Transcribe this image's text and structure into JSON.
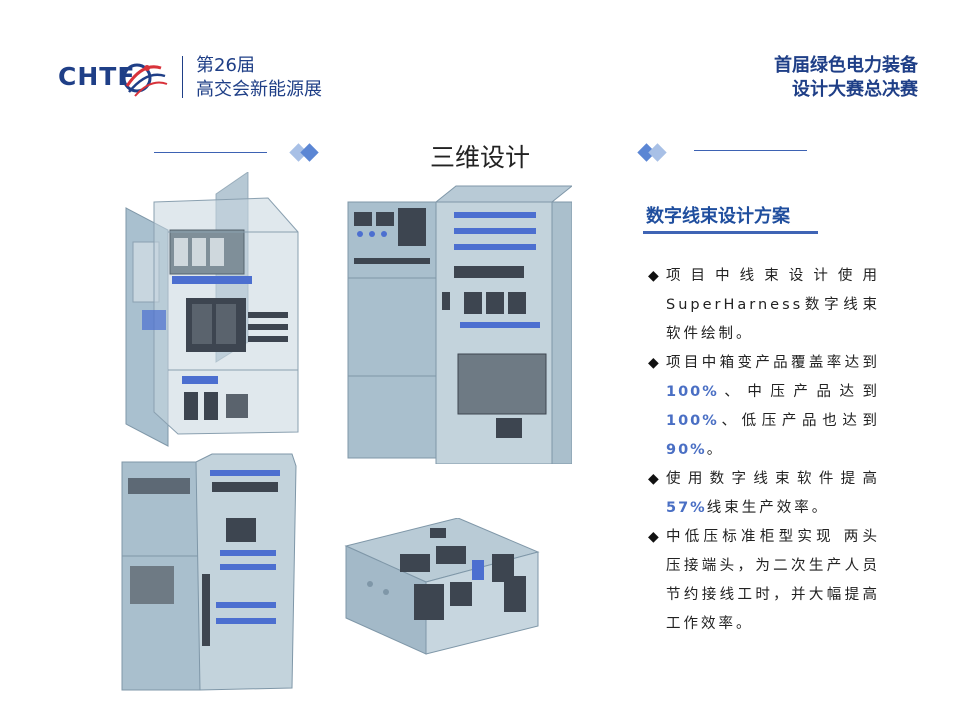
{
  "header": {
    "logo_text": "CHTF",
    "exhibition_line1": "第26届",
    "exhibition_line2": "高交会新能源展",
    "contest_line1": "首届绿色电力装备",
    "contest_line2": "设计大赛总决赛"
  },
  "section": {
    "title": "三维设计"
  },
  "panel": {
    "heading": "数字线束设计方案",
    "bullets": [
      {
        "text": "项目中线束设计使用SuperHarness数字线束软件绘制。"
      },
      {
        "pre": "项目中箱变产品覆盖率达到",
        "v1": "100%",
        "mid1": "、中压产品达到",
        "v2": "100%",
        "mid2": "、低压产品也达到",
        "v3": "90%",
        "post": "。"
      },
      {
        "pre": "使用数字线束软件提高",
        "v1": "57%",
        "post": "线束生产效率。"
      },
      {
        "text": "中低压标准柜型实现 两头压接端头，为二次生产人员节约接线工时，并大幅提高工作效率。"
      }
    ]
  },
  "colors": {
    "brand": "#1f3f87",
    "accent": "#3f64b5",
    "highlight": "#4a6fc4",
    "cabinet": "#9fb9c9"
  }
}
